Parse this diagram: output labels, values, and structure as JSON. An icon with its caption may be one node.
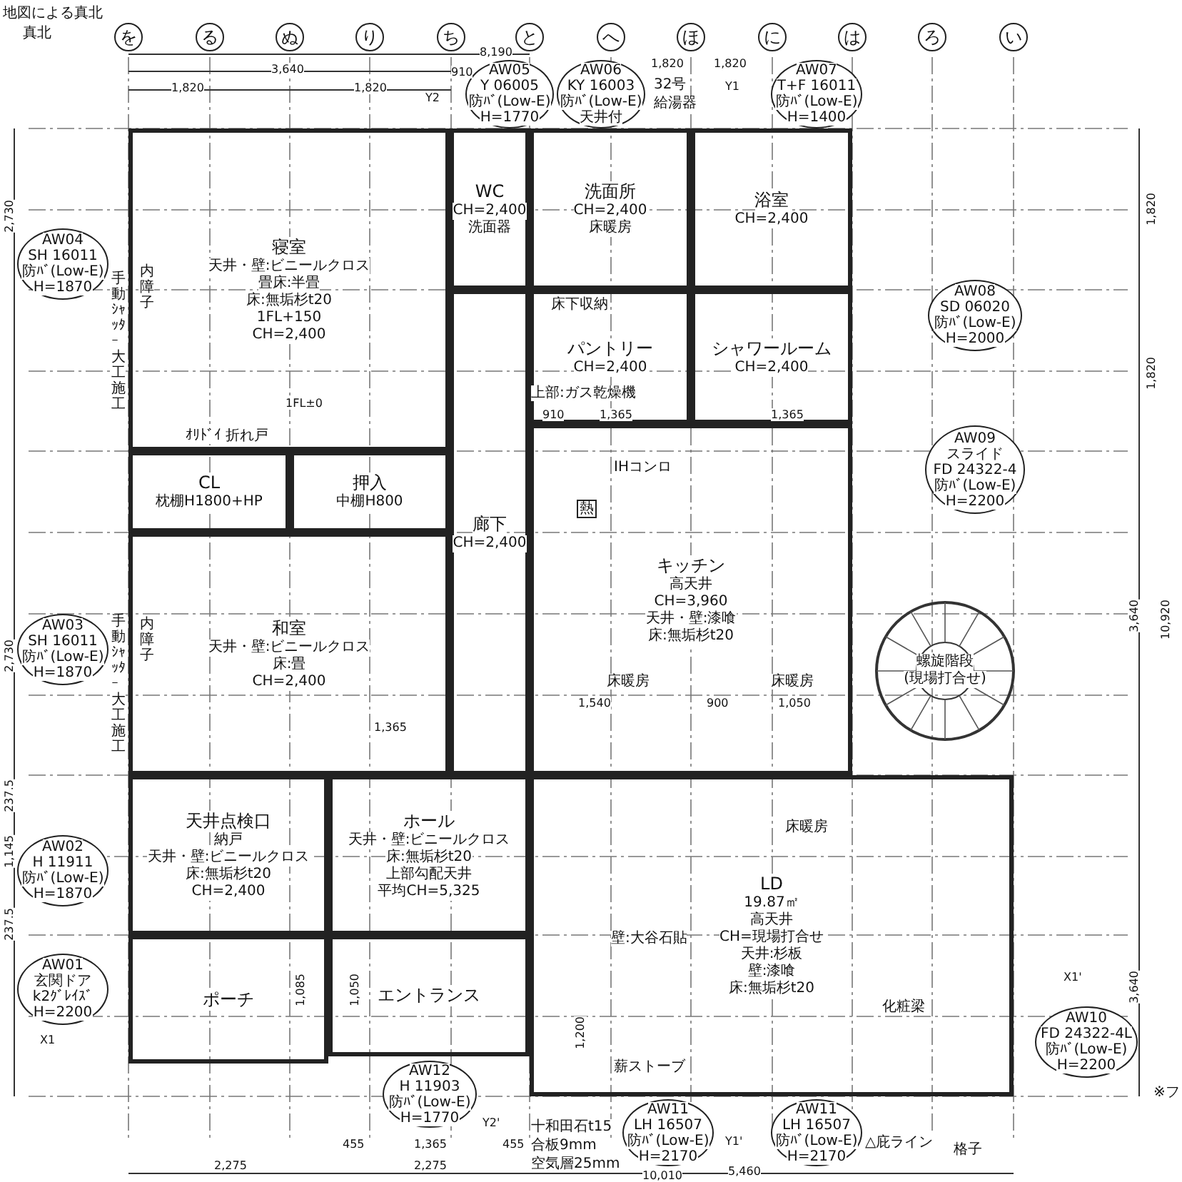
{
  "diagram": {
    "nodes": [
      {
        "text": [
          "を"
        ]
      },
      {
        "text": [
          "る"
        ]
      },
      {
        "text": [
          "ぬ"
        ]
      },
      {
        "text": [
          "り"
        ]
      },
      {
        "text": [
          "ち"
        ]
      },
      {
        "text": [
          "と"
        ]
      },
      {
        "text": [
          "へ"
        ]
      },
      {
        "text": [
          "ほ"
        ]
      },
      {
        "text": [
          "に"
        ]
      },
      {
        "text": [
          "は"
        ]
      },
      {
        "text": [
          "ろ"
        ]
      },
      {
        "text": [
          "い"
        ]
      },
      {
        "text": [
          "AW05",
          "Y 06005",
          "防ﾊﾞ(Low-E)",
          "H=1770"
        ]
      },
      {
        "text": [
          "AW06",
          "KY 16003",
          "防ﾊﾞ(Low-E)",
          "天井付"
        ]
      },
      {
        "text": [
          "AW07",
          "T+F 16011",
          "防ﾊﾞ(Low-E)",
          "H=1400"
        ]
      },
      {
        "text": [
          "寝室",
          "天井・壁:ビニールクロス",
          "畳床:半畳",
          "床:無垢杉t20",
          "1FL+150",
          "CH=2,400"
        ]
      },
      {
        "text": [
          "WC",
          "CH=2,400",
          "洗面器"
        ]
      },
      {
        "text": [
          "洗面所",
          "CH=2,400",
          "床暖房"
        ]
      },
      {
        "text": [
          "浴室",
          "CH=2,400"
        ]
      },
      {
        "text": [
          "AW04",
          "SH 16011",
          "防ﾊﾞ(Low-E)",
          "H=1870"
        ]
      },
      {
        "text": [
          "シャワールーム",
          "CH=2,400"
        ]
      },
      {
        "text": [
          "パントリー",
          "CH=2,400"
        ]
      },
      {
        "text": [
          "AW08",
          "SD 06020",
          "防ﾊﾞ(Low-E)",
          "H=2000"
        ]
      },
      {
        "text": [
          "CL",
          "枕棚H1800+HP"
        ]
      },
      {
        "text": [
          "押入",
          "中棚H800"
        ]
      },
      {
        "text": [
          "AW09",
          "スライド",
          "FD 24322-4",
          "防ﾊﾞ(Low-E)",
          "H=2200"
        ]
      },
      {
        "text": [
          "和室",
          "天井・壁:ビニールクロス",
          "床:畳",
          "CH=2,400"
        ]
      },
      {
        "text": [
          "廊下",
          "CH=2,400"
        ]
      },
      {
        "text": [
          "キッチン",
          "高天井",
          "CH=3,960",
          "天井・壁:漆喰",
          "床:無垢杉t20"
        ]
      },
      {
        "text": [
          "AW03",
          "SH 16011",
          "防ﾊﾞ(Low-E)",
          "H=1870"
        ]
      },
      {
        "text": [
          "螺旋階段",
          "(現場打合せ)"
        ]
      },
      {
        "text": [
          "天井点検口",
          "納戸",
          "天井・壁:ビニールクロス",
          "床:無垢杉t20",
          "CH=2,400"
        ]
      },
      {
        "text": [
          "ホール",
          "天井・壁:ビニールクロス",
          "床:無垢杉t20",
          "上部勾配天井",
          "平均CH=5,325"
        ]
      },
      {
        "text": [
          "AW02",
          "H 11911",
          "防ﾊﾞ(Low-E)",
          "H=1870"
        ]
      },
      {
        "text": [
          "LD",
          "19.87㎡",
          "高天井",
          "CH=現場打合せ",
          "天井:杉板",
          "壁:漆喰",
          "床:無垢杉t20"
        ]
      },
      {
        "text": [
          "ポーチ"
        ]
      },
      {
        "text": [
          "エントランス"
        ]
      },
      {
        "text": [
          "AW01",
          "玄関ドア",
          "k2ｸﾞﾚｲｽﾞ",
          "H=2200"
        ]
      },
      {
        "text": [
          "AW10",
          "FD 24322-4L",
          "防ﾊﾞ(Low-E)",
          "H=2200"
        ]
      },
      {
        "text": [
          "AW12",
          "H 11903",
          "防ﾊﾞ(Low-E)",
          "H=1770"
        ]
      },
      {
        "text": [
          "AW11",
          "LH 16507",
          "防ﾊﾞ(Low-E)",
          "H=2170"
        ]
      },
      {
        "text": [
          "AW11",
          "LH 16507",
          "防ﾊﾞ(Low-E)",
          "H=2170"
        ]
      }
    ],
    "labels": [
      "地図による真北",
      "真北",
      "8,190",
      "3,640",
      "910",
      "1,820",
      "1,820",
      "Y2",
      "1,820",
      "32号",
      "給湯器",
      "Y1",
      "1,820",
      "2,730",
      "手動ｼｬｯﾀｰ大工施工",
      "内障子",
      "1FL±0",
      "ｵﾘﾄﾞｲ 折れ戸",
      "上部:ガス乾燥機",
      "910",
      "1,365",
      "1,365",
      "IHコンロ",
      "熱",
      "床暖房",
      "1,540",
      "900",
      "床暖房",
      "1,050",
      "2,730",
      "手動ｼｬｯﾀｰ大工施工",
      "内障子",
      "1,365",
      "237.5",
      "1,145",
      "237.5",
      "床暖房",
      "壁:大谷石貼",
      "化粧梁",
      "X1",
      "X1'",
      "1,085",
      "1,050",
      "1,200",
      "薪ストーブ",
      "十和田石t15",
      "合板9mm",
      "空気層25mm",
      "455",
      "1,365",
      "455",
      "2,275",
      "2,275",
      "Y2'",
      "Y1'",
      "△庇ライン",
      "格子",
      "5,460",
      "10,010",
      "※フ",
      "1,820",
      "1,820",
      "3,640",
      "10,920",
      "3,640",
      "床下収納"
    ]
  }
}
